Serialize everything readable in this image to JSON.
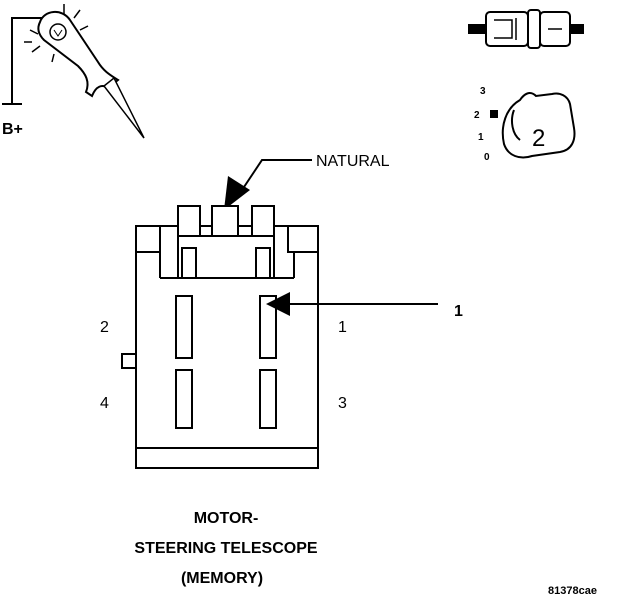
{
  "probe": {
    "label": "B+"
  },
  "callouts": {
    "natural": "NATURAL",
    "pin_callout": "1"
  },
  "pins": {
    "p1": "1",
    "p2": "2",
    "p3": "3",
    "p4": "4"
  },
  "selector": {
    "scale": [
      "3",
      "2",
      "1",
      "0"
    ],
    "value": "2"
  },
  "title": {
    "line1": "MOTOR-",
    "line2": "STEERING TELESCOPE",
    "line3": "(MEMORY)"
  },
  "figure_code": "81378cae"
}
